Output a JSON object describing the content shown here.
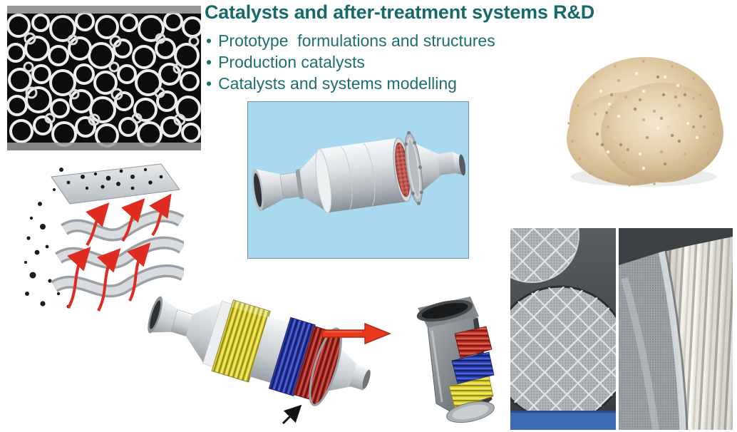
{
  "slide": {
    "title": "Catalysts and after-treatment systems R&D",
    "bullet_glyph": "•",
    "bullets": [
      "Prototype  formulations and structures",
      "Production catalysts",
      "Catalysts and systems modelling"
    ]
  },
  "colors": {
    "title_teal": "#17696a",
    "bullet_teal": "#1d6f6e",
    "arrow_red": "#e8391f",
    "panel_blue": "#a9d9ef",
    "brick_yellow": "#e4d72e",
    "brick_blue": "#2a3db2",
    "brick_red": "#b02c24",
    "substrate_pink": "#c05a50"
  },
  "figures": {
    "foam": "porous-foam-micrograph",
    "granules": "catalyst-granule-pile-photo",
    "cad": "catalytic-converter-cad-render",
    "flow": "substrate-flow-diagram",
    "big_converter": "multi-brick-converter-render",
    "small_converter": "compact-converter-render",
    "honeycomb": "honeycomb-disc-filters-photo",
    "pleated": "pleated-filter-media-photo"
  }
}
